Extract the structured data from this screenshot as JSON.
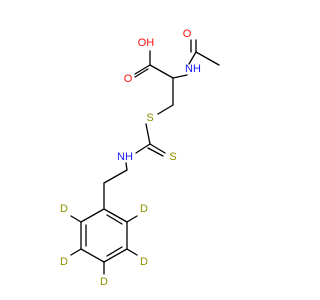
{
  "molecule": {
    "colors": {
      "bond": "#000000",
      "O": "#ff0d0d",
      "N": "#1a1aff",
      "S": "#8f8f00",
      "D": "#8f8f00"
    },
    "labels": {
      "hydroxyl": "OH",
      "carbonyl_oxygen_acid": "O",
      "carbonyl_oxygen_acetyl": "O",
      "amide_nh": "NH",
      "thioether_s": "S",
      "thione_s": "S",
      "thioamide_nh": "NH",
      "d1": "D",
      "d2": "D",
      "d3": "D",
      "d4": "D",
      "d5": "D"
    }
  }
}
